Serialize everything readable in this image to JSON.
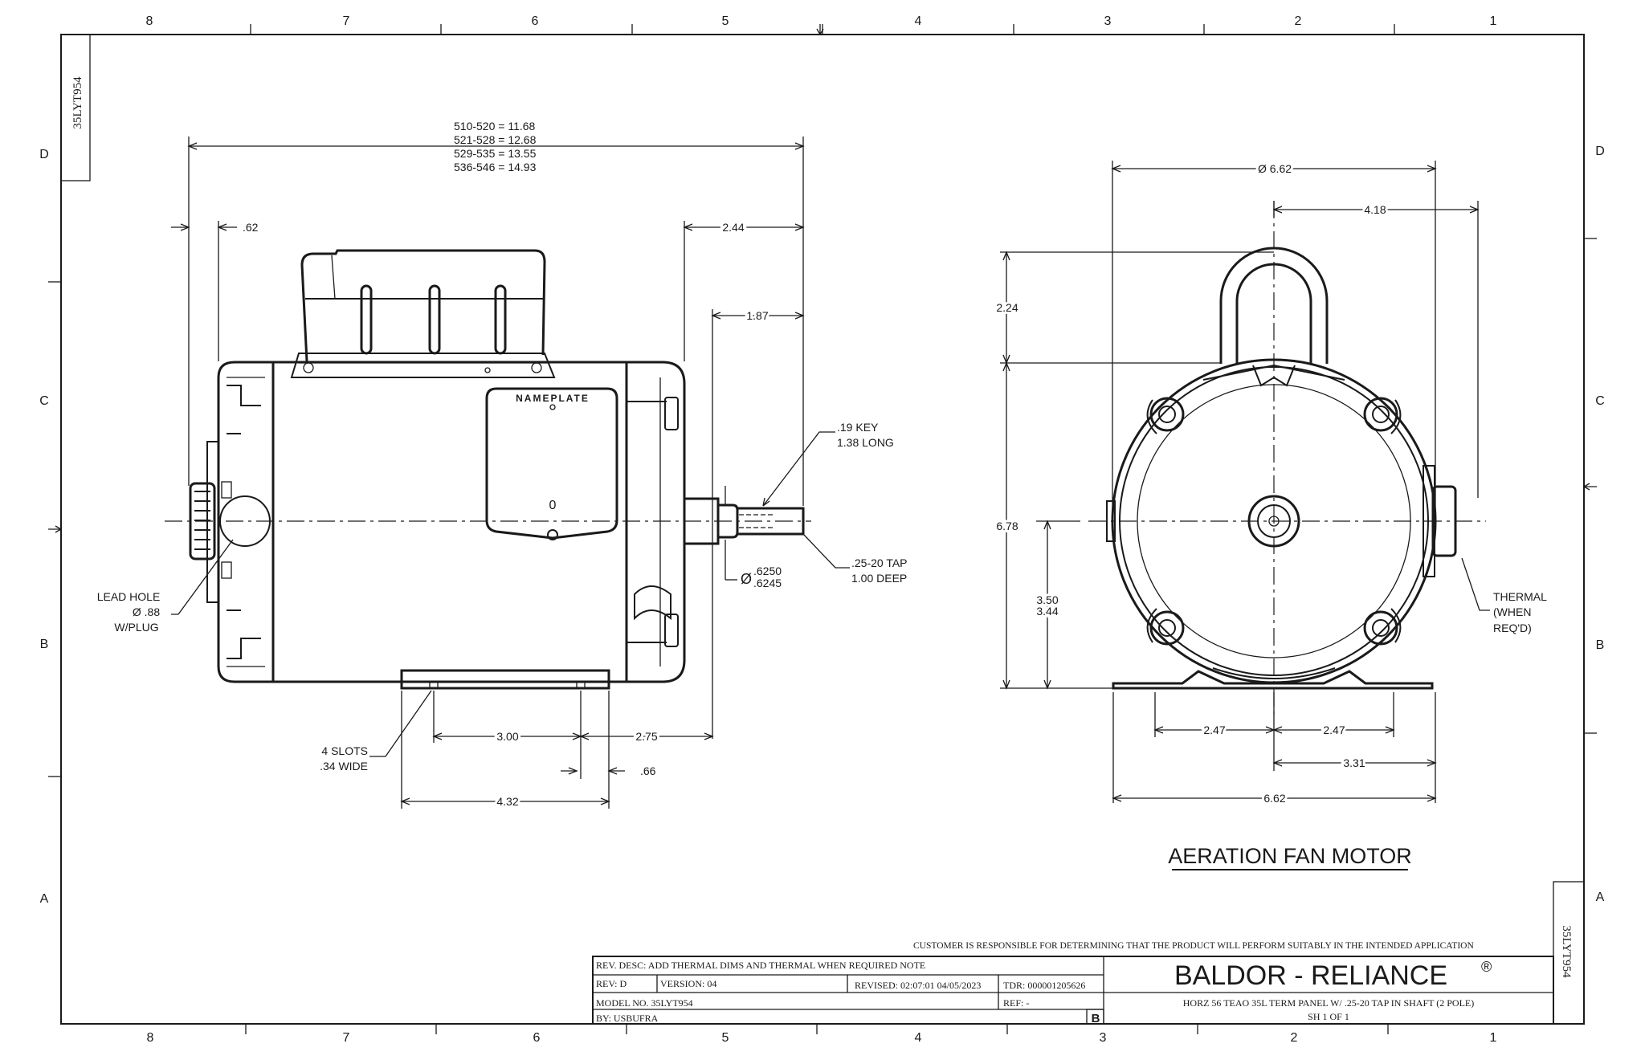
{
  "drawing_id": "35LYT954",
  "zones": {
    "cols_top": [
      "8",
      "7",
      "6",
      "5",
      "4",
      "3",
      "2",
      "1"
    ],
    "cols_bottom": [
      "8",
      "7",
      "6",
      "5",
      "4",
      "3",
      "2",
      "1"
    ],
    "rows_left": [
      "D",
      "C",
      "B",
      "A"
    ],
    "rows_right": [
      "D",
      "C",
      "B",
      "A"
    ]
  },
  "side_view": {
    "length_table": [
      "510-520 = 11.68",
      "521-528 = 12.68",
      "529-535 = 13.55",
      "536-546 = 14.93"
    ],
    "dim_062": ".62",
    "dim_244": "2.44",
    "dim_187": "1.87",
    "nameplate": "NAMEPLATE",
    "nameplate_mark": "0",
    "key_note": [
      ".19 KEY",
      "1.38 LONG"
    ],
    "tap_note": [
      ".25-20 TAP",
      "1.00 DEEP"
    ],
    "shaft_dia_symbol": "Ø",
    "shaft_dia": [
      ".6250",
      ".6245"
    ],
    "lead_hole": [
      "LEAD HOLE",
      "Ø .88",
      "W/PLUG"
    ],
    "slots_note": [
      "4 SLOTS",
      ".34 WIDE"
    ],
    "dim_300": "3.00",
    "dim_275": "2.75",
    "dim_066": ".66",
    "dim_432": "4.32"
  },
  "end_view": {
    "dia_top": "Ø 6.62",
    "dim_418": "4.18",
    "dim_224": "2.24",
    "dim_678": "6.78",
    "dim_350": [
      "3.50",
      "3.44"
    ],
    "thermal_note": [
      "THERMAL",
      "(WHEN",
      "REQ'D)"
    ],
    "dim_247_left": "2.47",
    "dim_247_right": "2.47",
    "dim_331": "3.31",
    "dim_662": "6.62"
  },
  "title": "AERATION FAN MOTOR",
  "title_block": {
    "disclaimer": "CUSTOMER IS RESPONSIBLE FOR DETERMINING THAT THE PRODUCT WILL PERFORM SUITABLY IN THE INTENDED APPLICATION",
    "rev_desc": "REV. DESC: ADD THERMAL DIMS AND THERMAL WHEN REQUIRED NOTE",
    "rev": "REV:  D",
    "version": "VERSION:  04",
    "revised": "REVISED:  02:07:01 04/05/2023",
    "tdr": "TDR: 000001205626",
    "model": "MODEL NO.  35LYT954",
    "ref": "REF:  -",
    "by": "BY: USBUFRA",
    "size": "B",
    "brand": "BALDOR - RELIANCE",
    "brand_mark": "®",
    "description": "HORZ 56 TEAO 35L TERM PANEL W/ .25-20 TAP IN SHAFT (2 POLE)",
    "sheet": "SH 1 OF 1"
  }
}
